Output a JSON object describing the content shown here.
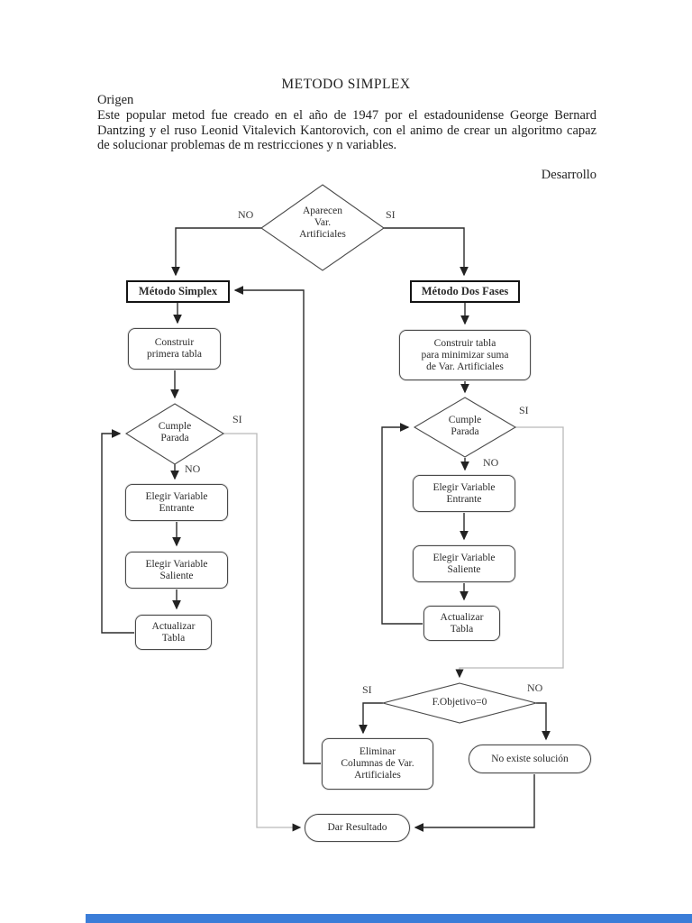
{
  "page": {
    "title": "METODO SIMPLEX",
    "origin_heading": "Origen",
    "paragraph": "Este popular metod fue creado en el año de 1947 por el estadounidense George Bernard Dantzing y el ruso Leonid Vitalevich Kantorovich, con el animo de crear un algoritmo capaz de solucionar problemas de m restricciones y n variables.",
    "development_heading": "Desarrollo"
  },
  "colors": {
    "line_primary": "#2b2b2b",
    "line_secondary": "#b9b9b9",
    "diamond_stroke": "#4a4a4a",
    "bottom_bar": "#3b7dd8"
  },
  "flowchart": {
    "nodes": {
      "aparecen": {
        "label": "Aparecen\nVar.\nArtificiales"
      },
      "metodo_simplex": {
        "label": "Método Simplex"
      },
      "metodo_dos_fases": {
        "label": "Método Dos Fases"
      },
      "construir_primera": {
        "label": "Construir\nprimera tabla"
      },
      "cumple_parada_1": {
        "label": "Cumple\nParada"
      },
      "elegir_entrante_1": {
        "label": "Elegir Variable\nEntrante"
      },
      "elegir_saliente_1": {
        "label": "Elegir Variable\nSaliente"
      },
      "actualizar_1": {
        "label": "Actualizar\nTabla"
      },
      "construir_tabla_2": {
        "label": "Construir tabla\npara minimizar suma\nde Var. Artificiales"
      },
      "cumple_parada_2": {
        "label": "Cumple\nParada"
      },
      "elegir_entrante_2": {
        "label": "Elegir Variable\nEntrante"
      },
      "elegir_saliente_2": {
        "label": "Elegir Variable\nSaliente"
      },
      "actualizar_2": {
        "label": "Actualizar\nTabla"
      },
      "f_objetivo": {
        "label": "F.Objetivo=0"
      },
      "eliminar_columnas": {
        "label": "Eliminar\nColumnas de Var.\nArtificiales"
      },
      "no_existe": {
        "label": "No existe solución"
      },
      "dar_resultado": {
        "label": "Dar Resultado"
      }
    },
    "labels": {
      "no_top": "NO",
      "si_top": "SI",
      "si_left": "SI",
      "no_left": "NO",
      "si_right": "SI",
      "no_right": "NO",
      "si_objetivo": "SI",
      "no_objetivo": "NO"
    }
  }
}
